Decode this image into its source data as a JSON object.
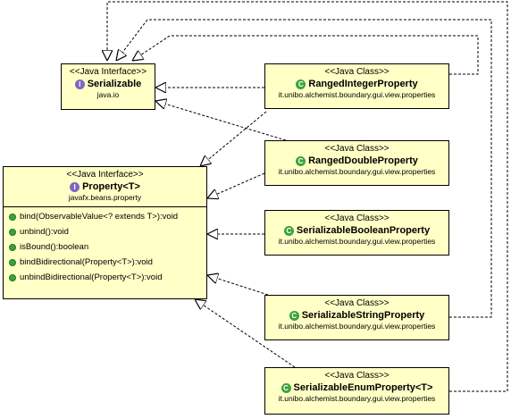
{
  "diagram": {
    "serializable": {
      "stereotype": "<<Java Interface>>",
      "badge": "I",
      "name": "Serializable",
      "package": "java.io"
    },
    "property": {
      "stereotype": "<<Java Interface>>",
      "badge": "I",
      "name": "Property<T>",
      "package": "javafx.beans.property",
      "methods": [
        "bind(ObservableValue<? extends T>):void",
        "unbind():void",
        "isBound():boolean",
        "bindBidirectional(Property<T>):void",
        "unbindBidirectional(Property<T>):void"
      ]
    },
    "classes": [
      {
        "stereotype": "<<Java Class>>",
        "badge": "C",
        "name": "RangedIntegerProperty",
        "package": "it.unibo.alchemist.boundary.gui.view.properties"
      },
      {
        "stereotype": "<<Java Class>>",
        "badge": "C",
        "name": "RangedDoubleProperty",
        "package": "it.unibo.alchemist.boundary.gui.view.properties"
      },
      {
        "stereotype": "<<Java Class>>",
        "badge": "C",
        "name": "SerializableBooleanProperty",
        "package": "it.unibo.alchemist.boundary.gui.view.properties"
      },
      {
        "stereotype": "<<Java Class>>",
        "badge": "C",
        "name": "SerializableStringProperty",
        "package": "it.unibo.alchemist.boundary.gui.view.properties"
      },
      {
        "stereotype": "<<Java Class>>",
        "badge": "C",
        "name": "SerializableEnumProperty<T>",
        "package": "it.unibo.alchemist.boundary.gui.view.properties"
      }
    ],
    "colors": {
      "box_fill": "#ffffc6",
      "interface_badge": "#7b68c2",
      "class_badge": "#3ca23c",
      "method_dot": "#3ca23c"
    }
  }
}
